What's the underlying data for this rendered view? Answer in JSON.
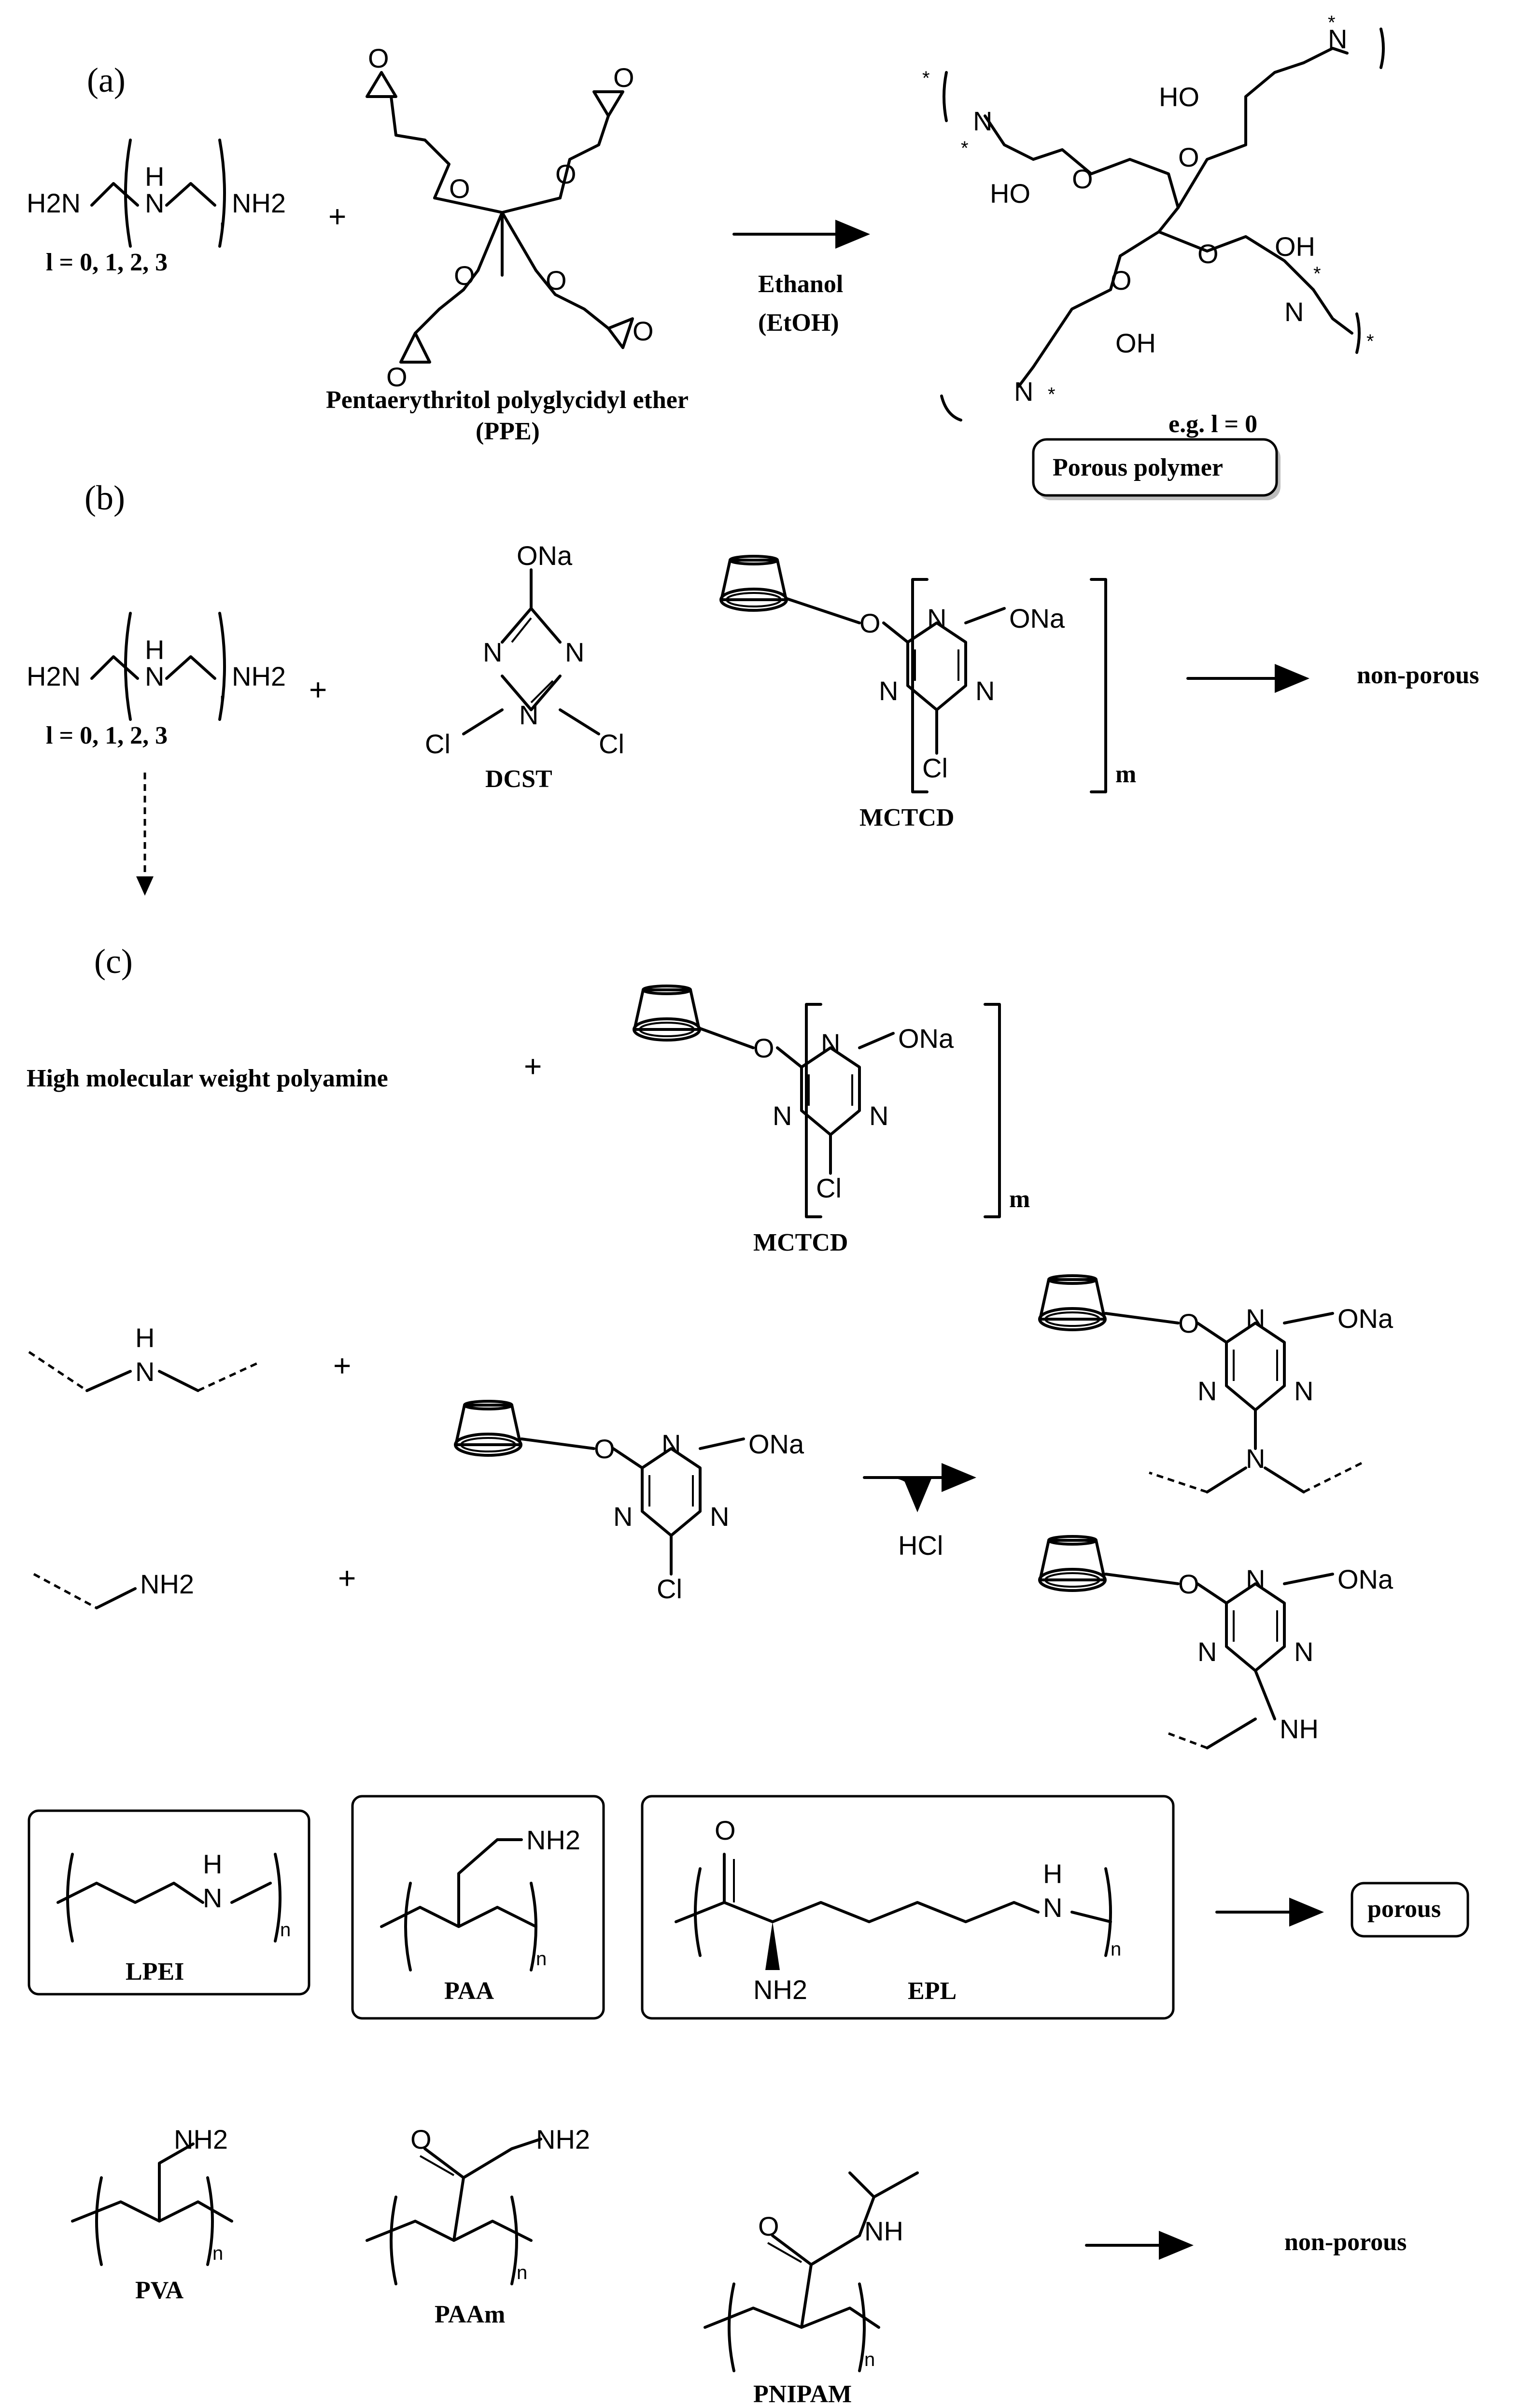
{
  "sections": {
    "a": "(a)",
    "b": "(b)",
    "c": "(c)"
  },
  "atoms": {
    "H2N": "H2N",
    "NH2": "NH2",
    "NH": "NH",
    "N": "N",
    "H": "H",
    "O": "O",
    "OH": "OH",
    "HO": "HO",
    "ONa": "ONa",
    "Cl": "Cl",
    "l": "l",
    "n": "n",
    "m": "m",
    "star": "*",
    "HCl": "HCl"
  },
  "labels": {
    "l_values": "l = 0, 1, 2, 3",
    "ppe_name": "Pentaerythritol polyglycidyl ether",
    "ppe_abbr": "(PPE)",
    "solvent": "Ethanol",
    "solvent_abbr": "(EtOH)",
    "example": "e.g. l = 0",
    "porous_polymer": "Porous polymer",
    "non_porous": "non-porous",
    "dcst": "DCST",
    "mctcd": "MCTCD",
    "high_mw": "High molecular weight polyamine",
    "porous": "porous",
    "lpei": "LPEI",
    "paa": "PAA",
    "epl": "EPL",
    "pva": "PVA",
    "paam": "PAAm",
    "pnipam": "PNIPAM"
  },
  "plus": "+"
}
